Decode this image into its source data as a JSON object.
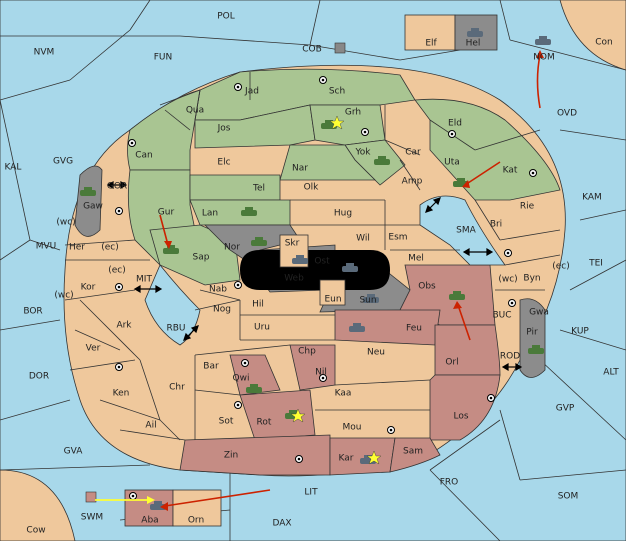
{
  "colors": {
    "sea": "#a8d8ea",
    "neutral": "#efc89c",
    "green_power": "#a9c592",
    "red_power": "#c58c84",
    "grey_power": "#8c8c8c",
    "impassable": "#000000",
    "unit_green": "#4a7a3a",
    "unit_grey": "#5a6a7a",
    "arrow_red": "#cc2200",
    "arrow_yellow": "#ffff33"
  },
  "labels": {
    "POL": "POL",
    "NVM": "NVM",
    "FUN": "FUN",
    "COB": "COB",
    "Elf": "Elf",
    "Hel": "Hel",
    "NOM": "NOM",
    "Con": "Con",
    "OVD": "OVD",
    "Jad": "Jad",
    "Sch": "Sch",
    "Qua": "Qua",
    "Grh": "Grh",
    "Jos": "Jos",
    "Eld": "Eld",
    "Can": "Can",
    "Yok": "Yok",
    "Car": "Car",
    "Uta": "Uta",
    "Kat": "Kat",
    "KAL": "KAL",
    "GVG": "GVG",
    "Elc": "Elc",
    "Nar": "Nar",
    "Amp": "Amp",
    "GOR": "GOR",
    "Gaw": "Gaw",
    "Tel": "Tel",
    "Olk": "Olk",
    "KAM": "KAM",
    "Rie": "Rie",
    "Gur": "Gur",
    "Lan": "Lan",
    "Hug": "Hug",
    "Bri": "Bri",
    "SMA": "SMA",
    "wc1": "(wc)",
    "MVU": "MVU",
    "Her": "Her",
    "ec1": "(ec)",
    "Nor": "Nor",
    "Wil": "Wil",
    "Esm": "Esm",
    "Skr": "Skr",
    "Ost": "Ost",
    "Sap": "Sap",
    "Web": "Web",
    "Mel": "Mel",
    "ec2": "(ec)",
    "TEI": "TEI",
    "Byn": "Byn",
    "wc2": "(wc)",
    "ec3": "(ec)",
    "MIT": "MIT",
    "Kor": "Kor",
    "Nab": "Nab",
    "Eun": "Eun",
    "Obs": "Obs",
    "wc3": "(wc)",
    "BOR": "BOR",
    "Hil": "Hil",
    "Sun": "Sun",
    "Gwa": "Gwa",
    "BUC": "BUC",
    "KUP": "KUP",
    "Ark": "Ark",
    "RBU": "RBU",
    "Nog": "Nog",
    "Uru": "Uru",
    "Feu": "Feu",
    "Pir": "Pir",
    "Ver": "Ver",
    "Chp": "Chp",
    "Neu": "Neu",
    "Orl": "Orl",
    "ROD": "ROD",
    "DOR": "DOR",
    "Bar": "Bar",
    "Nil": "Nil",
    "ALT": "ALT",
    "Qwi": "Qwi",
    "Ken": "Ken",
    "Chr": "Chr",
    "Kaa": "Kaa",
    "GVP": "GVP",
    "Ail": "Ail",
    "Sot": "Sot",
    "Rot": "Rot",
    "Mou": "Mou",
    "Los": "Los",
    "GVA": "GVA",
    "Zin": "Zin",
    "Sam": "Sam",
    "Kar": "Kar",
    "FRO": "FRO",
    "LIT": "LIT",
    "SOM": "SOM",
    "SWM": "SWM",
    "Aba": "Aba",
    "Orn": "Orn",
    "DAX": "DAX",
    "Cow": "Cow"
  }
}
